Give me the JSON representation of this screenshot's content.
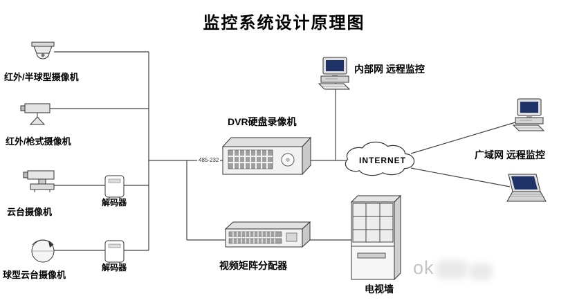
{
  "title": "监控系统设计原理图",
  "nodes": {
    "camera_dome": {
      "label": "红外/半球型摄像机"
    },
    "camera_gun": {
      "label": "红外/枪式摄像机"
    },
    "camera_ptz": {
      "label": "云台摄像机"
    },
    "camera_speed_dome": {
      "label": "球型云台摄像机"
    },
    "decoder_top": {
      "label": "解码器"
    },
    "decoder_bottom": {
      "label": "解码器"
    },
    "dvr": {
      "label": "DVR硬盘录像机"
    },
    "matrix": {
      "label": "视频矩阵分配器"
    },
    "tv_wall": {
      "label": "电视墙"
    },
    "internet_cloud": {
      "label": "INTERNET"
    },
    "intranet_pc": {
      "label": "内部网 远程监控"
    },
    "wan_pc": {
      "label": "广域网 远程监控"
    }
  },
  "serial_link_label": "485-232",
  "watermark": {
    "text": "ok"
  },
  "connections": [
    [
      "camera_dome",
      "bus"
    ],
    [
      "camera_gun",
      "bus"
    ],
    [
      "camera_ptz",
      "decoder_top"
    ],
    [
      "decoder_top",
      "bus"
    ],
    [
      "camera_speed_dome",
      "decoder_bottom"
    ],
    [
      "decoder_bottom",
      "bus"
    ],
    [
      "bus",
      "dvr"
    ],
    [
      "bus",
      "matrix"
    ],
    [
      "matrix",
      "tv_wall"
    ],
    [
      "dvr",
      "internet_cloud"
    ],
    [
      "intranet_pc",
      "dvr"
    ],
    [
      "internet_cloud",
      "wan_pc"
    ],
    [
      "internet_cloud",
      "wan_laptop"
    ]
  ],
  "colors": {
    "line": "#333333",
    "screen_blue": "#1f3368",
    "watermark_gray": "#c4c4c4"
  }
}
